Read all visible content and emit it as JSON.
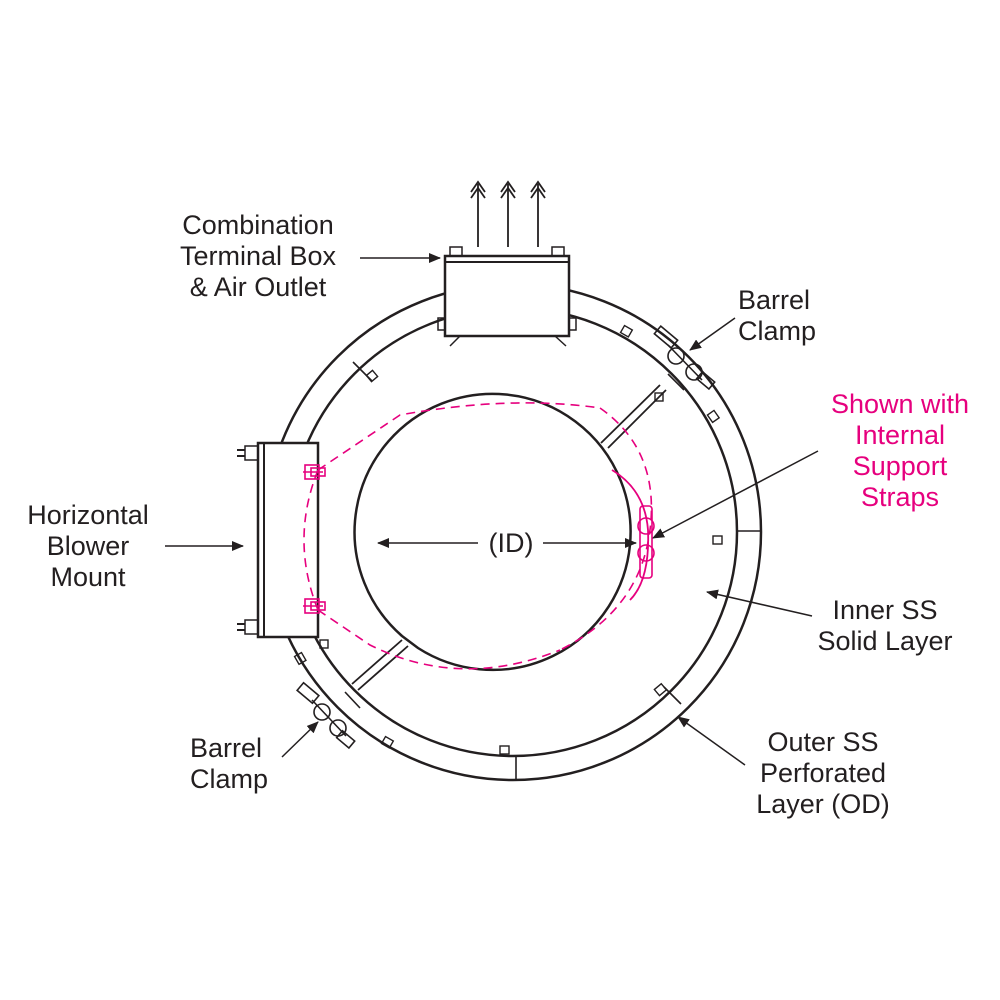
{
  "colors": {
    "line": "#231f20",
    "highlight": "#e6007e",
    "background": "#ffffff"
  },
  "labels": {
    "terminal_box": [
      "Combination",
      "Terminal Box",
      "& Air Outlet"
    ],
    "barrel_clamp_top": [
      "Barrel",
      "Clamp"
    ],
    "support_straps": [
      "Shown with",
      "Internal",
      "Support",
      "Straps"
    ],
    "blower_mount": [
      "Horizontal",
      "Blower",
      "Mount"
    ],
    "id_label": "(ID)",
    "inner_layer": [
      "Inner SS",
      "Solid Layer"
    ],
    "barrel_clamp_bottom": [
      "Barrel",
      "Clamp"
    ],
    "outer_layer": [
      "Outer SS",
      "Perforated",
      "Layer (OD)"
    ]
  }
}
